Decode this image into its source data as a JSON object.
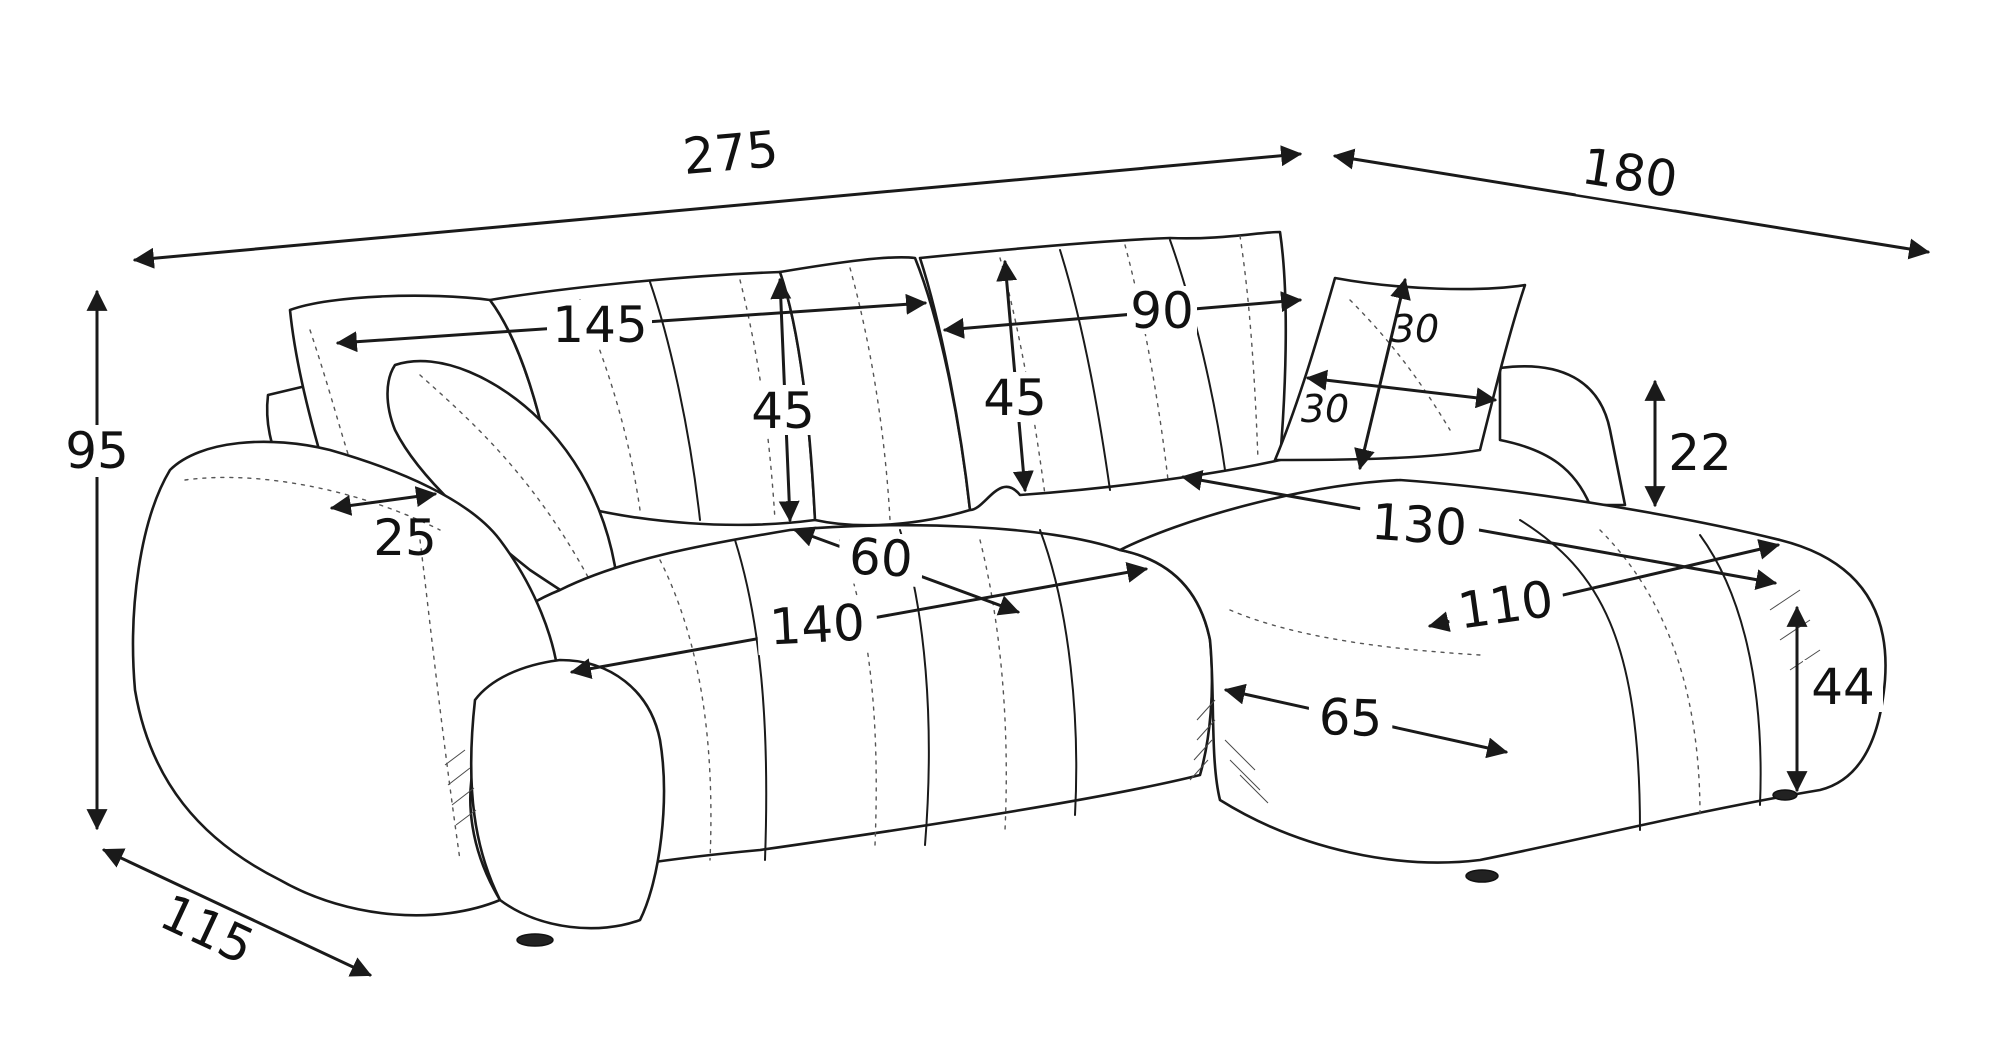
{
  "dimensions": {
    "total_length": "275",
    "chaise_length": "180",
    "height": "95",
    "depth": "115",
    "back_cushion_width": "145",
    "back_cushion_height_1": "45",
    "back_cushion_height_2": "45",
    "chaise_back_width": "90",
    "pillow_height": "30",
    "pillow_width": "30",
    "armrest_height": "22",
    "armrest_width": "25",
    "seat_depth": "60",
    "seat_width": "140",
    "chaise_seat_length": "130",
    "chaise_width": "110",
    "chaise_inner_length": "65",
    "seat_height": "44"
  }
}
